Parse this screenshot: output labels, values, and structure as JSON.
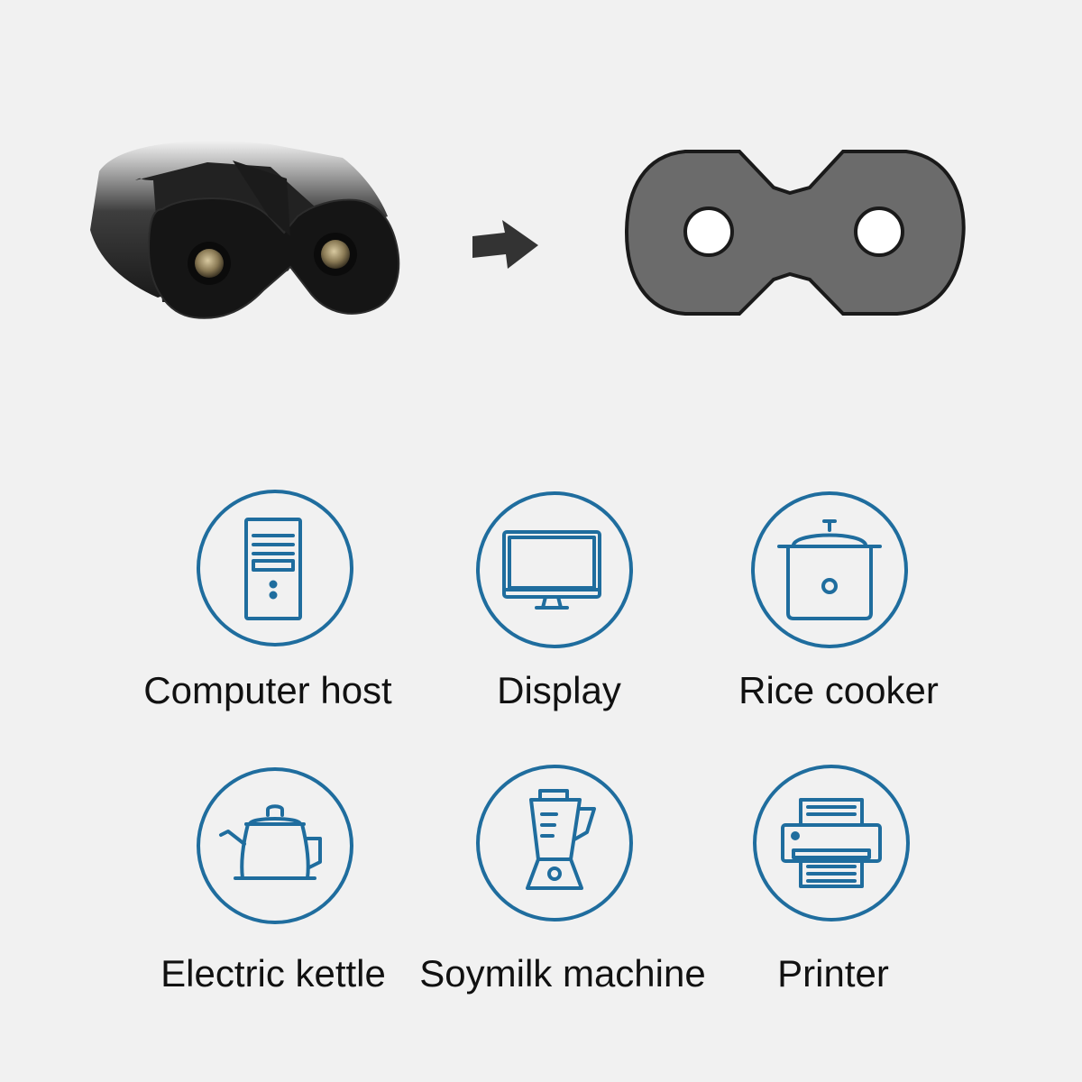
{
  "colors": {
    "background": "#f1f1f1",
    "icon_stroke": "#1f6d9e",
    "label_text": "#111111",
    "connector_body": "#1c1c1c",
    "socket_face": "#6b6b6b",
    "arrow": "#333333"
  },
  "hero": {
    "left_image": "c7-connector-photo",
    "arrow_icon": "arrow-right-icon",
    "right_image": "figure-8-socket-diagram"
  },
  "appliances": [
    {
      "label": "Computer host",
      "icon": "computer-tower-icon"
    },
    {
      "label": "Display",
      "icon": "monitor-icon"
    },
    {
      "label": "Rice cooker",
      "icon": "rice-cooker-icon"
    },
    {
      "label": "Electric kettle",
      "icon": "kettle-icon"
    },
    {
      "label": "Soymilk machine",
      "icon": "blender-icon"
    },
    {
      "label": "Printer",
      "icon": "printer-icon"
    }
  ]
}
